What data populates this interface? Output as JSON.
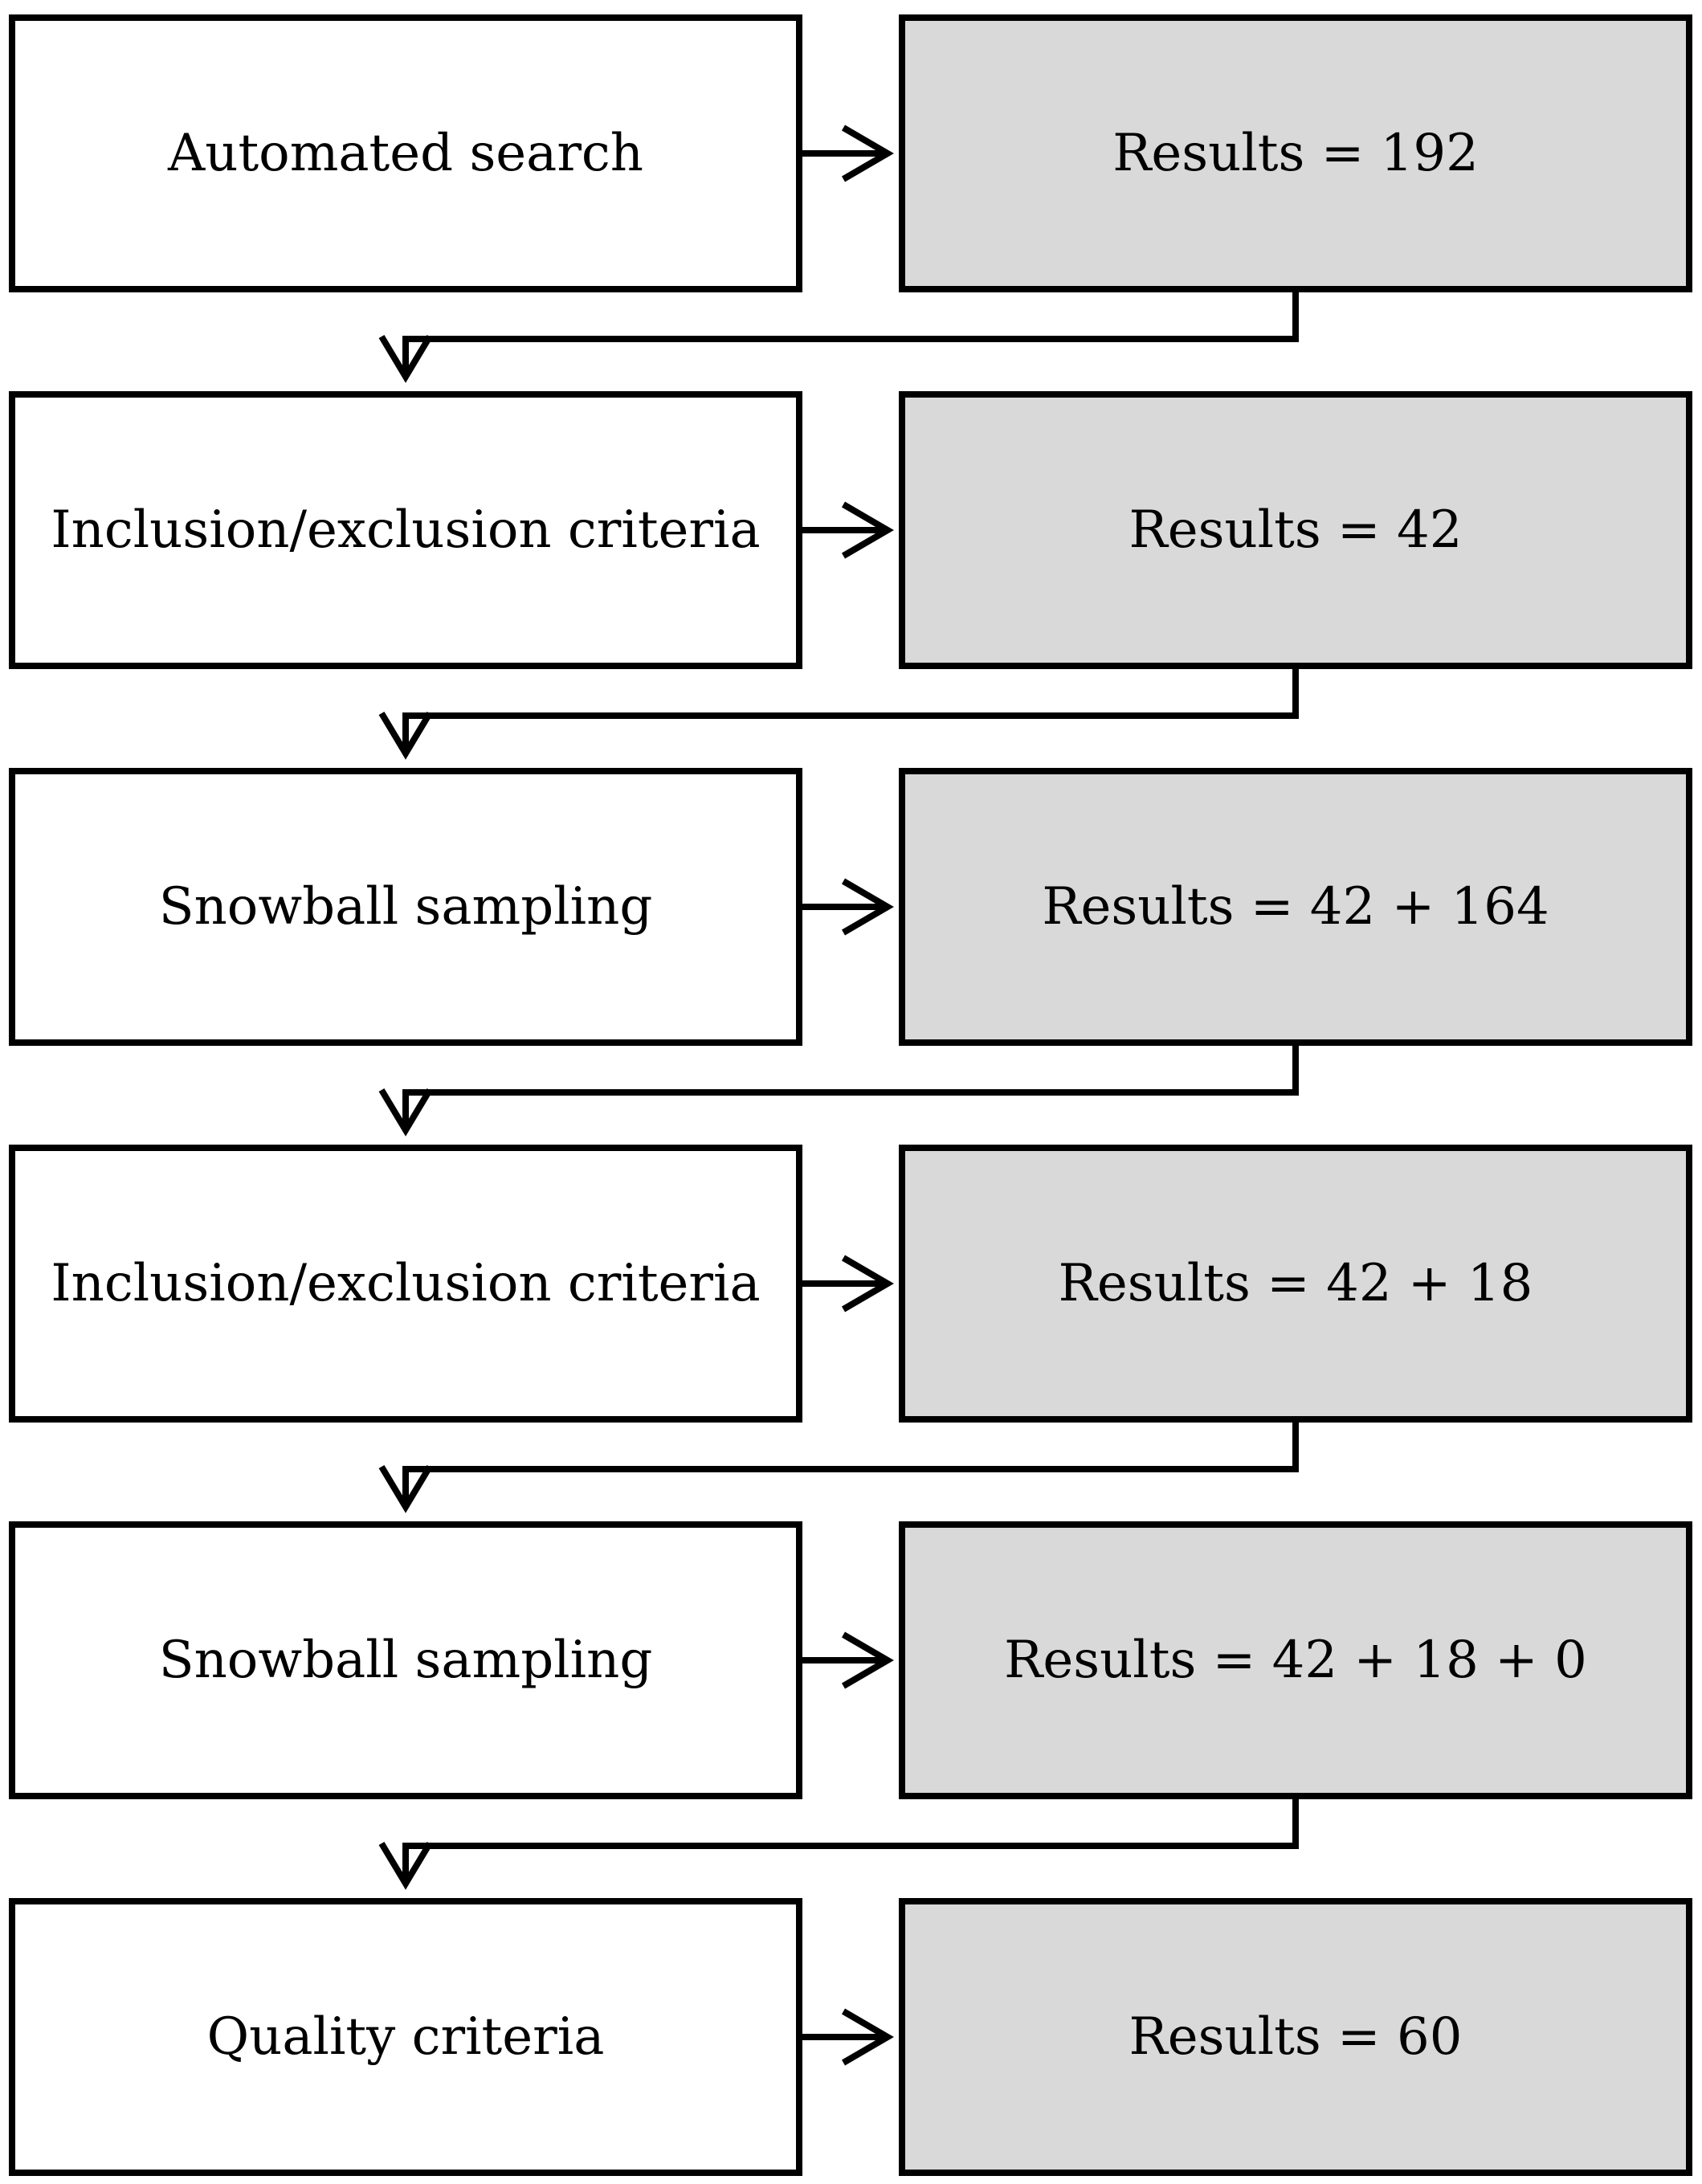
{
  "steps": [
    {
      "process": "Automated search",
      "result": "Results = 192"
    },
    {
      "process": "Inclusion/exclusion criteria",
      "result": "Results = 42"
    },
    {
      "process": "Snowball sampling",
      "result": "Results = 42 + 164"
    },
    {
      "process": "Inclusion/exclusion criteria",
      "result": "Results = 42 + 18"
    },
    {
      "process": "Snowball sampling",
      "result": "Results = 42 + 18 + 0"
    },
    {
      "process": "Quality criteria",
      "result": "Results = 60"
    }
  ],
  "colors": {
    "process_fill": "#ffffff",
    "result_fill": "#d9d9d9",
    "stroke": "#000000"
  }
}
